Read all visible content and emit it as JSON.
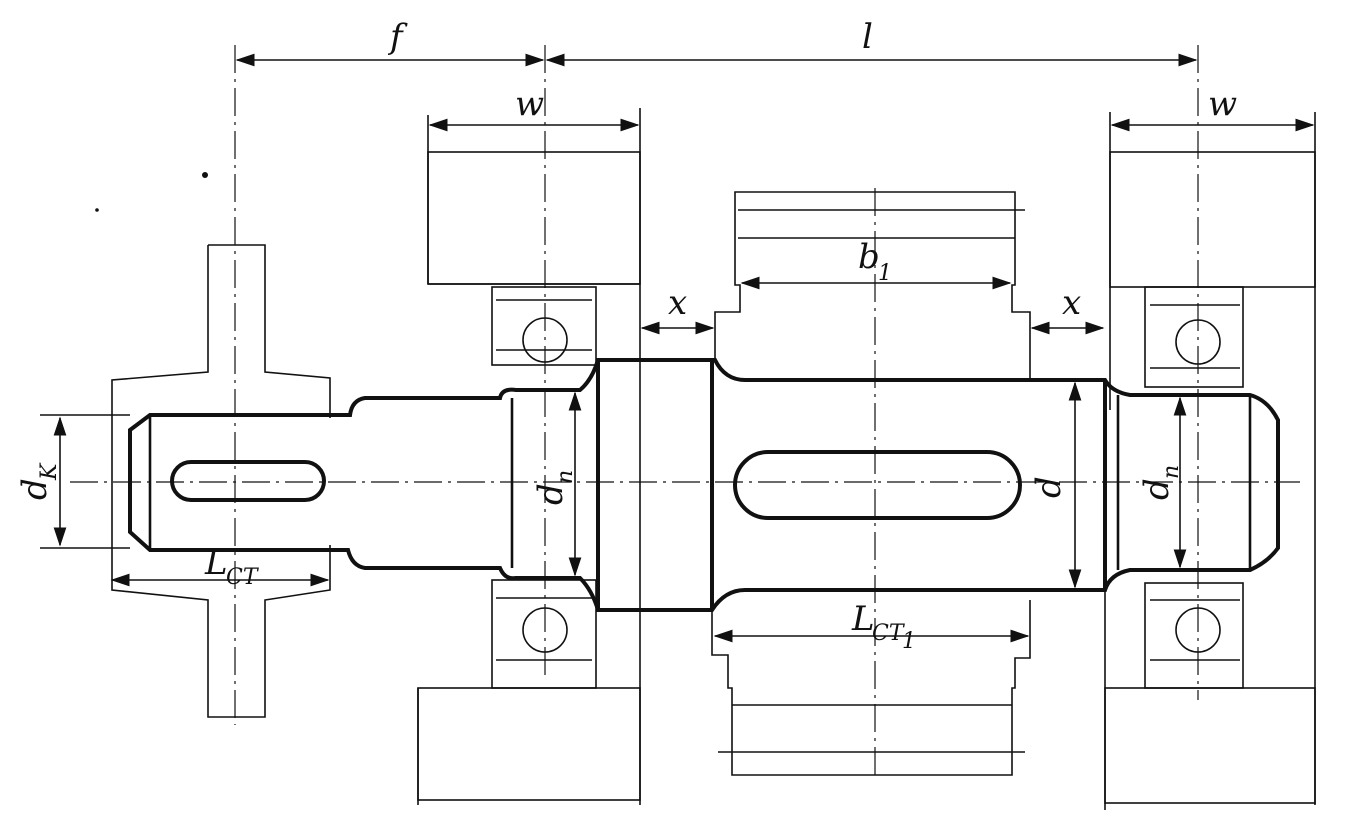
{
  "labels": {
    "f": "f",
    "l": "l",
    "w_left": "w",
    "w_right": "w",
    "b1_main": "b",
    "b1_sub": "1",
    "x_left": "x",
    "x_right": "x",
    "dk_main": "d",
    "dk_sub": "K",
    "lct_main": "L",
    "lct_sub": "CT",
    "dn_left_main": "d",
    "dn_left_sub": "n",
    "d": "d",
    "dn_right_main": "d",
    "dn_right_sub": "n",
    "lct1_main": "L",
    "lct1_sub": "CT",
    "lct1_sub2": "1"
  }
}
